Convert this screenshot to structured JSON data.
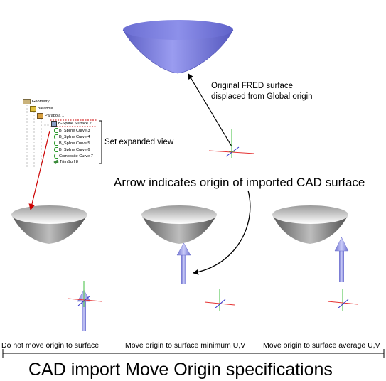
{
  "labels": {
    "fred_line1": "Original FRED surface",
    "fred_line2": "displaced from Global origin",
    "set_expanded": "Set expanded view",
    "arrow_indicates": "Arrow indicates origin of imported CAD surface",
    "caption_1": "Do not move origin to surface",
    "caption_2": "Move origin to surface minimum U,V",
    "caption_3": "Move origin to surface average U,V",
    "title": "CAD import Move Origin specifications"
  },
  "tree": {
    "items": [
      {
        "label": "Geometry",
        "icon": "geometry-folder-icon"
      },
      {
        "label": "parabola",
        "icon": "assembly-icon"
      },
      {
        "label": "Parabola 1",
        "icon": "element-icon"
      },
      {
        "label": "B-Spline Surface 2",
        "icon": "spline-surface-icon",
        "selected": true
      },
      {
        "label": "B_Spline Curve 3",
        "icon": "curve-icon"
      },
      {
        "label": "B_Spline Curve 4",
        "icon": "curve-icon"
      },
      {
        "label": "B_Spline Curve 5",
        "icon": "curve-icon"
      },
      {
        "label": "B_Spline Curve 6",
        "icon": "curve-icon"
      },
      {
        "label": "Composite Curve 7",
        "icon": "curve-icon"
      },
      {
        "label": "TrimSurf 8",
        "icon": "trimsurf-icon"
      }
    ]
  },
  "colors": {
    "fred_surface": "#7f82df",
    "cad_surface": "#a8a8a8",
    "origin_arrow": "#8c8fe0",
    "axis_x": "#e53333",
    "axis_y": "#3fbf3f",
    "axis_z": "#3333cc",
    "selection": "#cc0000"
  }
}
